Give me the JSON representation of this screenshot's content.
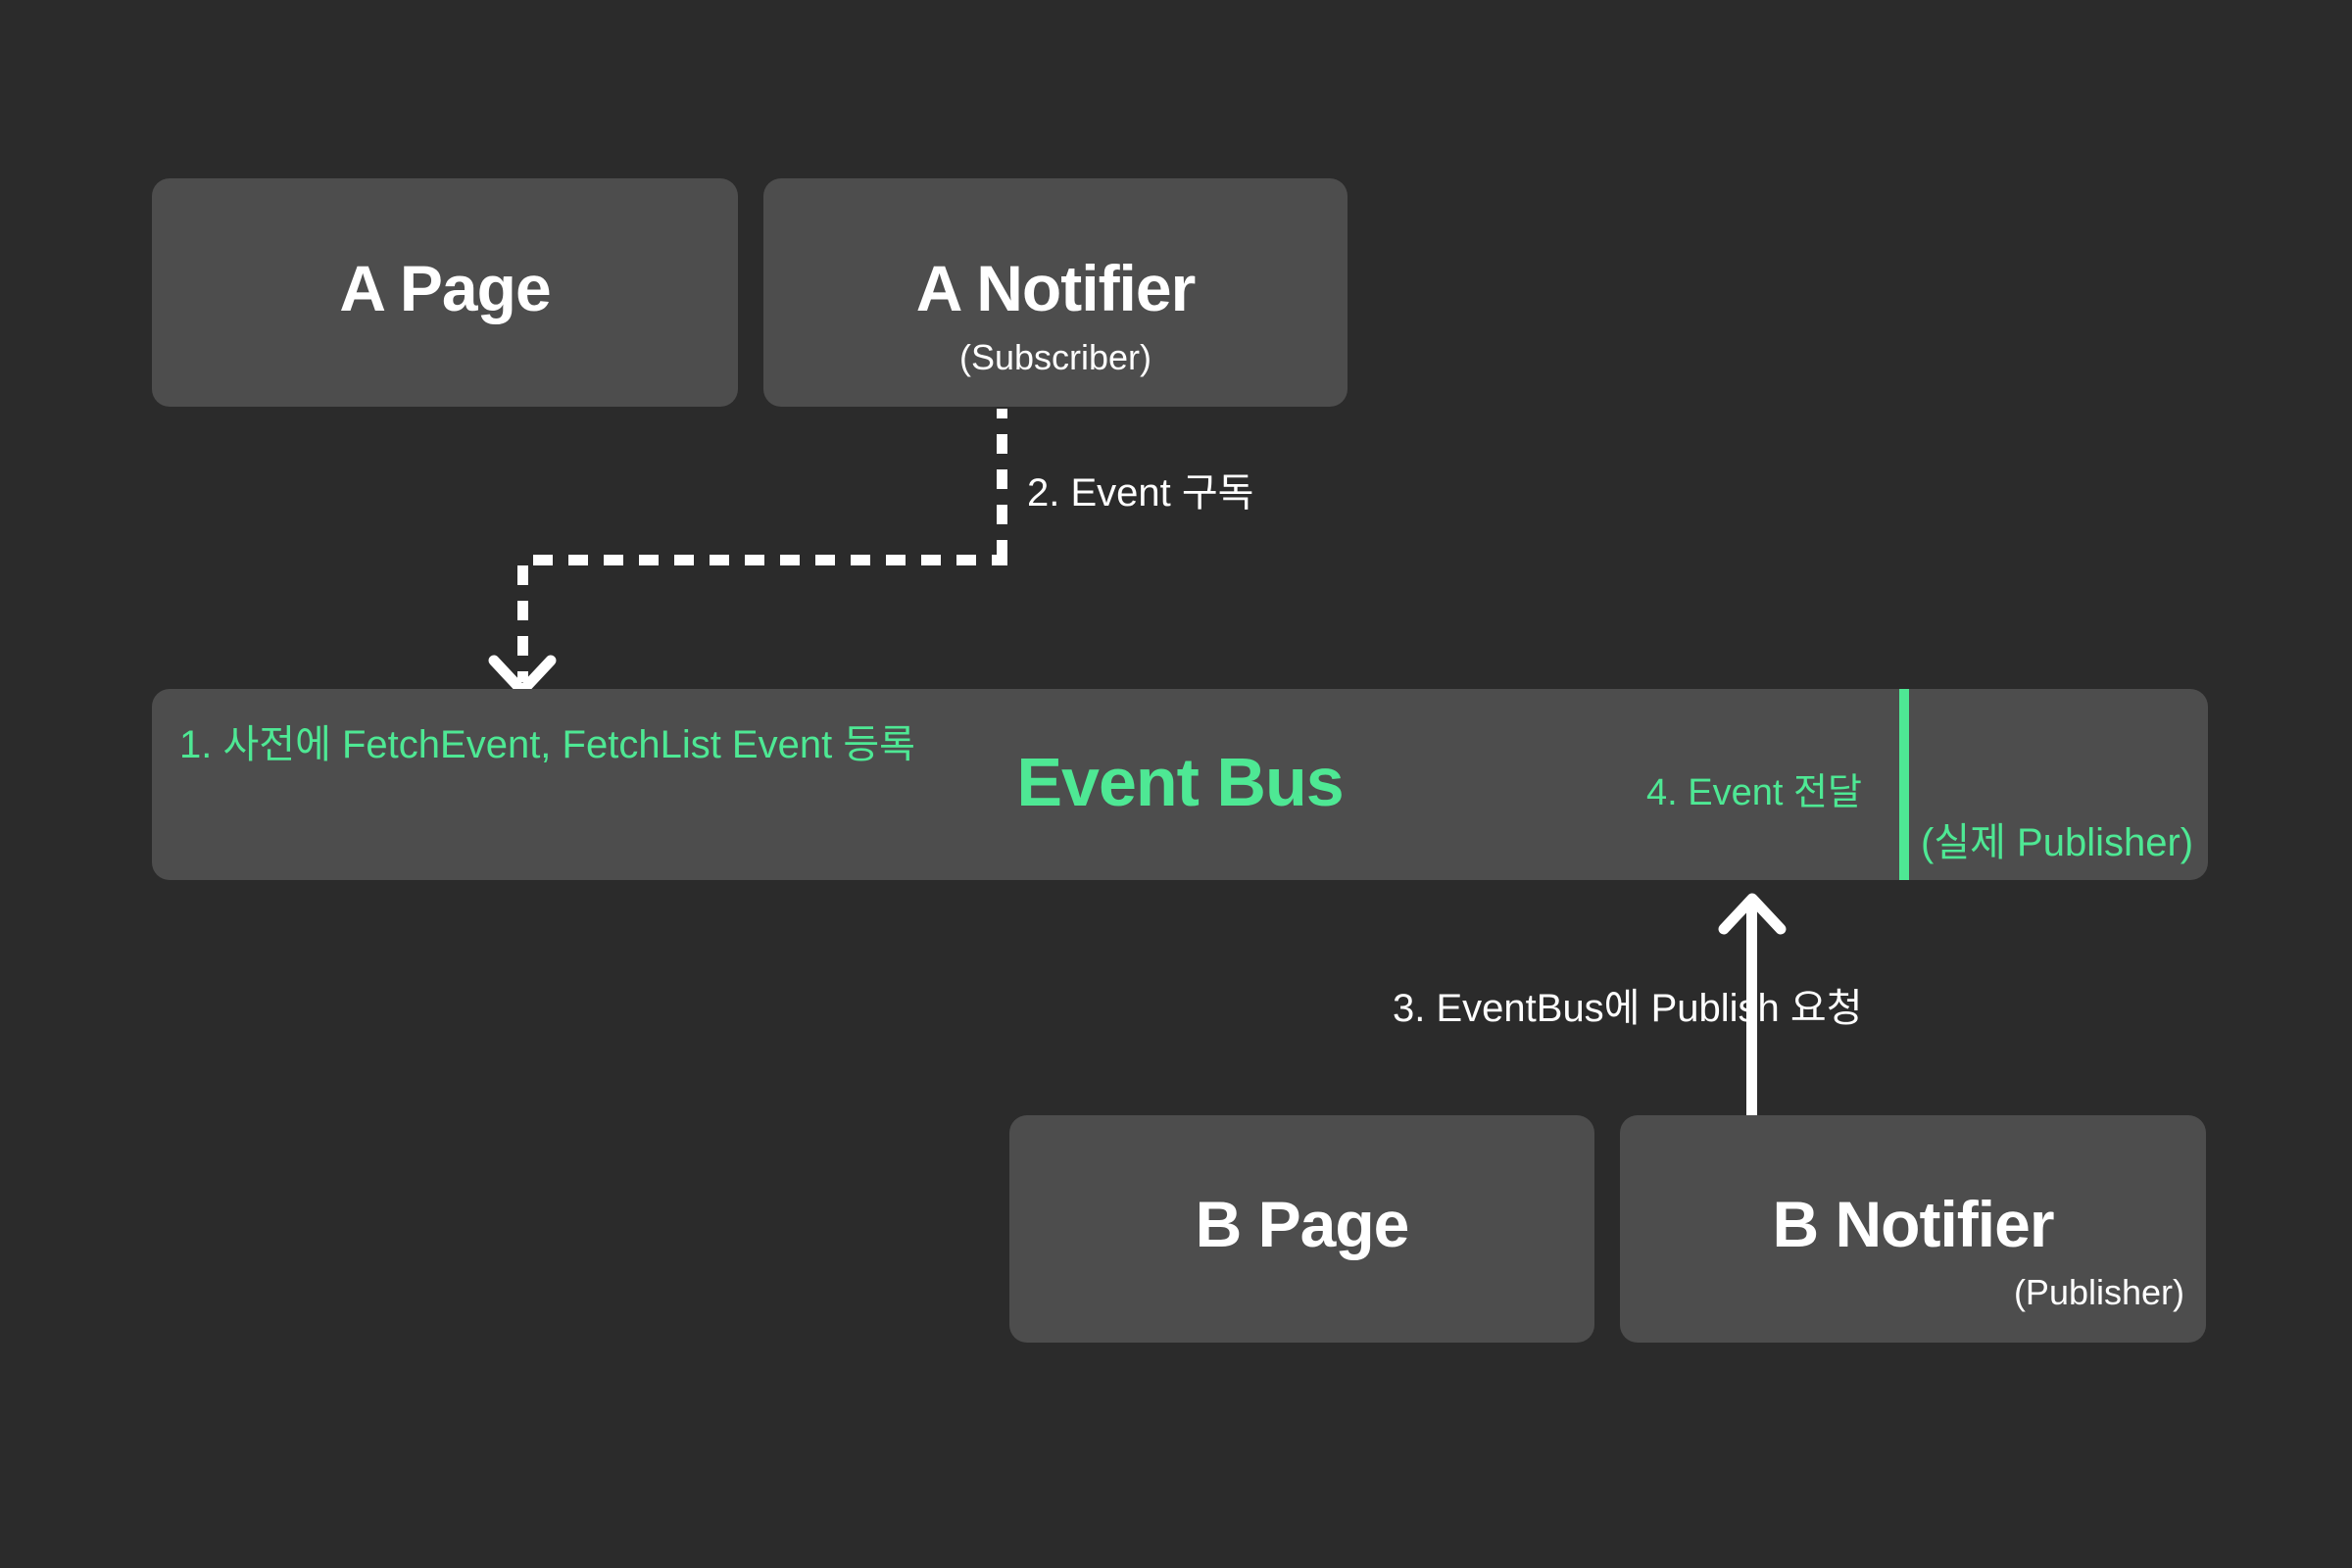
{
  "canvas": {
    "background_color": "#2b2b2b",
    "node_color": "#4d4d4d",
    "accent_color": "#4EE894",
    "text_color": "#ffffff"
  },
  "nodes": {
    "a_page": {
      "title": "A Page"
    },
    "a_notifier": {
      "title": "A Notifier",
      "subtitle": "(Subscriber)"
    },
    "b_page": {
      "title": "B Page"
    },
    "b_notifier": {
      "title": "B Notifier",
      "subtitle": "(Publisher)"
    }
  },
  "event_bus": {
    "title": "Event Bus",
    "note_register": "1. 사전에 FetchEvent, FetchList Event 등록",
    "note_deliver": "4. Event 전달",
    "note_publisher": "(실제 Publisher)"
  },
  "edges": {
    "subscribe_label": "2. Event 구독",
    "publish_label": "3. EventBus에 Publish 요청"
  }
}
